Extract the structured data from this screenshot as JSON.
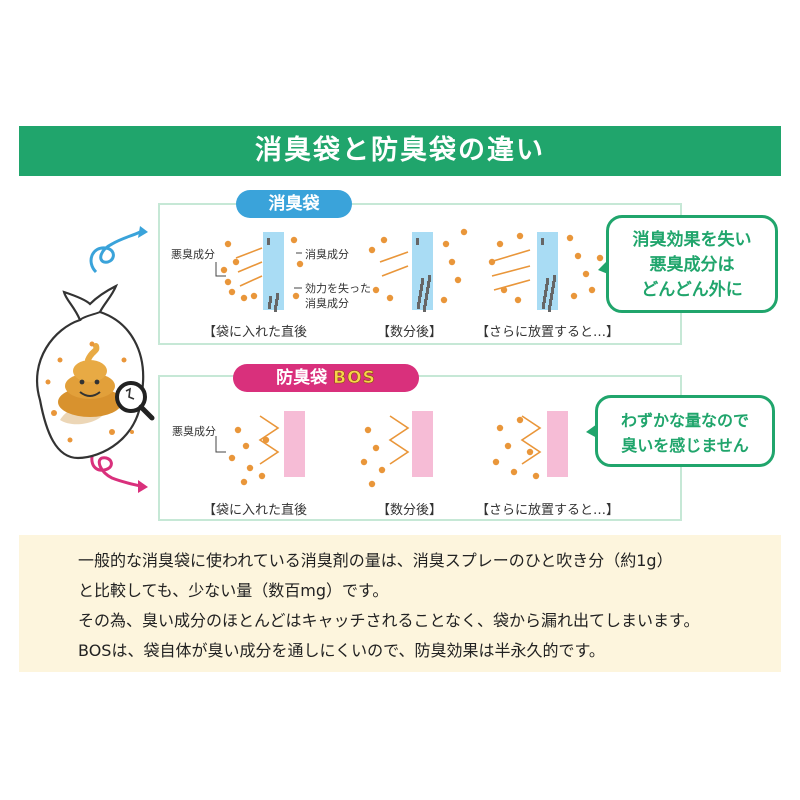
{
  "title": "消臭袋と防臭袋の違い",
  "section_a": {
    "label": "消臭袋",
    "odor_label": "悪臭成分",
    "deodorant_label": "消臭成分",
    "spent_label_1": "効力を失った",
    "spent_label_2": "消臭成分",
    "stages": [
      "【袋に入れた直後",
      "【数分後】",
      "【さらに放置すると…】"
    ],
    "callout_lines": [
      "消臭効果を失い",
      "悪臭成分は",
      "どんどん外に"
    ]
  },
  "section_b": {
    "label": "防臭袋",
    "brand": "BOS",
    "odor_label": "悪臭成分",
    "stages": [
      "【袋に入れた直後",
      "【数分後】",
      "【さらに放置すると…】"
    ],
    "callout_lines": [
      "わずかな量なので",
      "臭いを感じません"
    ]
  },
  "note_lines": [
    "一般的な消臭袋に使われている消臭剤の量は、消臭スプレーのひと吹き分（約1g）",
    "と比較しても、少ない量（数百mg）です。",
    "その為、臭い成分のほとんどはキャッチされることなく、袋から漏れ出てしまいます。",
    "BOSは、袋自体が臭い成分を通しにくいので、防臭効果は半永久的です。"
  ],
  "colors": {
    "green": "#20a56c",
    "blue": "#3aa3da",
    "pink": "#d9307c",
    "orange": "#e9963a",
    "cream": "#fdf5dd",
    "film_blue": "#a9dcf4",
    "film_pink": "#f6bcd6"
  }
}
